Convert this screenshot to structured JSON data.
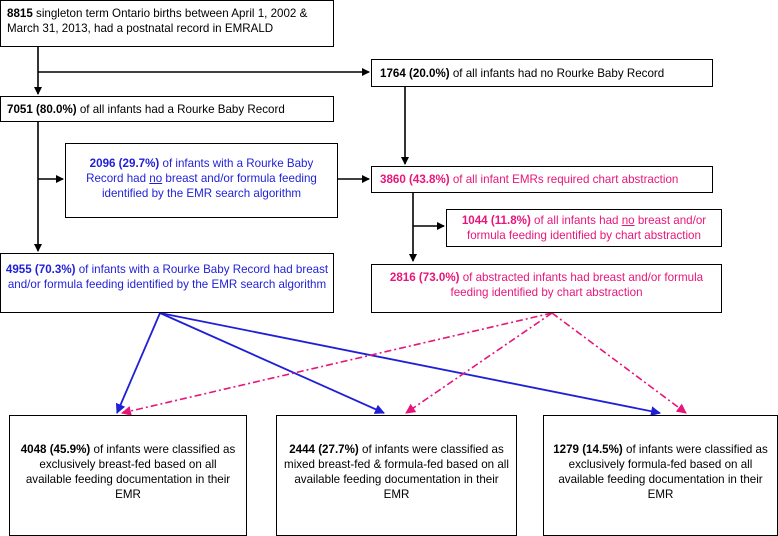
{
  "nodes": {
    "n_total": {
      "num": "8815",
      "text": " singleton term Ontario births between April 1, 2002 & March 31, 2013, had a postnatal record in EMRALD"
    },
    "n_no_rourke": {
      "num": "1764 (20.0%)",
      "text": " of all infants had no Rourke Baby Record"
    },
    "n_rourke": {
      "num": "7051 (80.0%)",
      "text": " of all infants had a Rourke Baby Record"
    },
    "n_no_feed_emr": {
      "num": "2096 (29.7%)",
      "pre": " of infants with a Rourke Baby Record had ",
      "u": "no",
      "post": " breast and/or formula feeding identified by the EMR search algorithm"
    },
    "n_chart": {
      "num": "3860 (43.8%)",
      "text": " of all infant EMRs required chart abstraction"
    },
    "n_no_feed_chart": {
      "num": "1044 (11.8%)",
      "pre": " of all infants had ",
      "u": "no",
      "post": " breast and/or formula feeding identified by chart abstraction"
    },
    "n_feed_emr": {
      "num": "4955 (70.3%)",
      "text": " of infants with a Rourke Baby Record had breast and/or formula feeding identified by the EMR search algorithm"
    },
    "n_feed_chart": {
      "num": "2816 (73.0%)",
      "text": " of abstracted infants had breast and/or formula feeding identified by chart abstraction"
    },
    "n_breast": {
      "num": "4048 (45.9%)",
      "text": " of infants were classified as exclusively breast-fed based on all available feeding documentation in their EMR"
    },
    "n_mixed": {
      "num": "2444 (27.7%)",
      "text": " of infants were classified as mixed breast-fed & formula-fed based on all available feeding documentation in their EMR"
    },
    "n_formula": {
      "num": "1279 (14.5%)",
      "text": " of infants were classified as exclusively formula-fed based on all available feeding documentation in their EMR"
    }
  },
  "colors": {
    "black": "#000000",
    "emr_blue": "#1f1fd8",
    "chart_pink": "#e8157a"
  }
}
